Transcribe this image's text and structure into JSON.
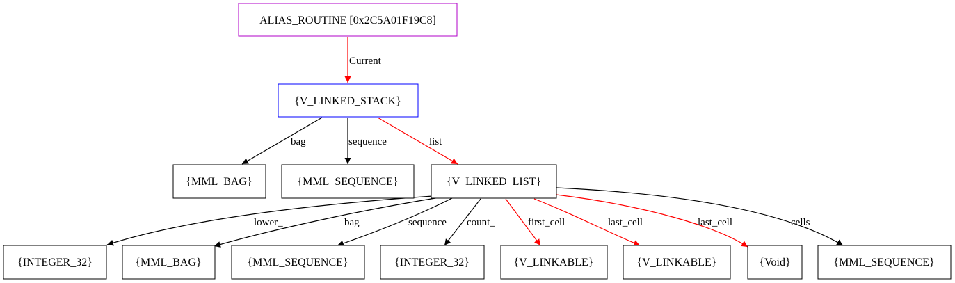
{
  "colors": {
    "root_border": "#b000c8",
    "stack_border": "#0000ff",
    "default_border": "#000000",
    "edge_default": "#000000",
    "edge_highlight": "#ff0000"
  },
  "nodes": {
    "alias_routine": "ALIAS_ROUTINE [0x2C5A01F19C8]",
    "linked_stack": "{V_LINKED_STACK}",
    "mml_bag_1": "{MML_BAG}",
    "mml_sequence_1": "{MML_SEQUENCE}",
    "linked_list": "{V_LINKED_LIST}",
    "integer_32_1": "{INTEGER_32}",
    "mml_bag_2": "{MML_BAG}",
    "mml_sequence_2": "{MML_SEQUENCE}",
    "integer_32_2": "{INTEGER_32}",
    "linkable_1": "{V_LINKABLE}",
    "linkable_2": "{V_LINKABLE}",
    "void": "{Void}",
    "mml_sequence_3": "{MML_SEQUENCE}"
  },
  "edges": {
    "current": "Current",
    "bag": "bag",
    "sequence": "sequence",
    "list": "list",
    "lower": "lower_",
    "bag_2": "bag",
    "sequence_2": "sequence",
    "count": "count_",
    "first_cell": "first_cell",
    "last_cell": "last_cell",
    "last_cell_2": "last_cell",
    "cells": "cells"
  }
}
